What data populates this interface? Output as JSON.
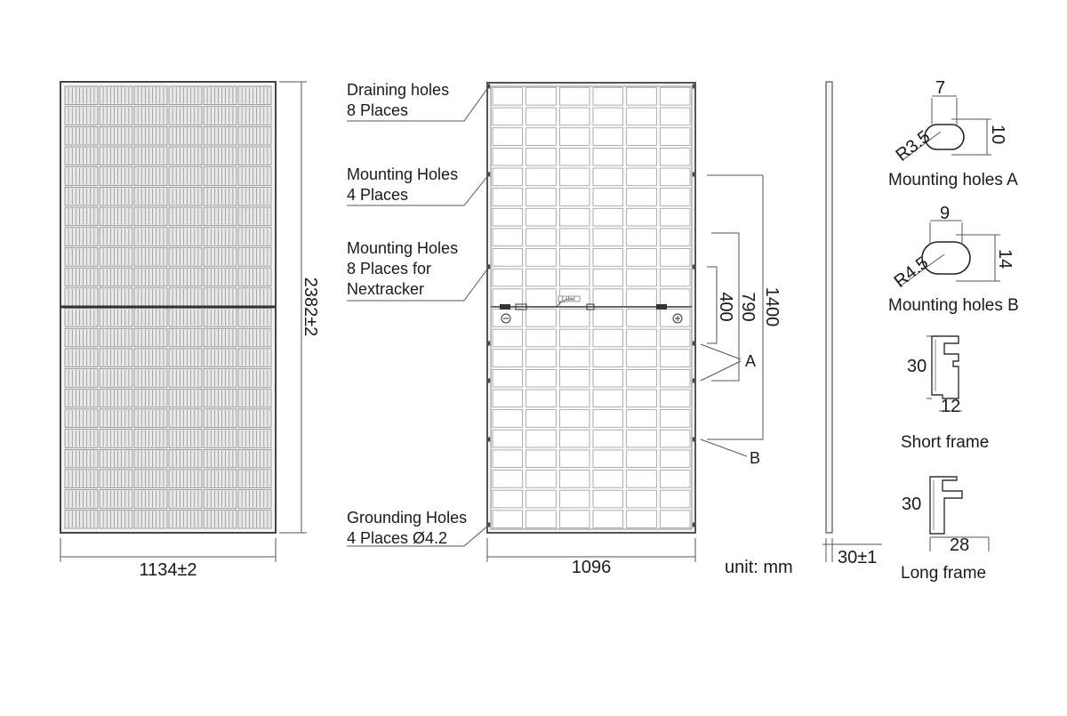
{
  "front_view": {
    "width_label": "1134±2",
    "height_label": "2382±2"
  },
  "back_view": {
    "width_label": "1096",
    "dim_1400": "1400",
    "dim_790": "790",
    "dim_400": "400",
    "label_text": "Label",
    "label_a": "A",
    "label_b": "B",
    "minus_symbol": "⊖",
    "plus_symbol": "⊕",
    "callouts": {
      "draining_line1": "Draining holes",
      "draining_line2": "8 Places",
      "mounting4_line1": "Mounting Holes",
      "mounting4_line2": "4 Places",
      "mounting8_line1": "Mounting Holes",
      "mounting8_line2": "8 Places for",
      "mounting8_line3": "Nextracker",
      "grounding_line1": "Grounding Holes",
      "grounding_line2": "4 Places Ø4.2"
    }
  },
  "unit_label": "unit: mm",
  "side_view": {
    "thickness_label": "30±1"
  },
  "details": {
    "hole_a": {
      "width": "7",
      "height": "10",
      "radius": "R3.5",
      "caption": "Mounting holes A"
    },
    "hole_b": {
      "width": "9",
      "height": "14",
      "radius": "R4.5",
      "caption": "Mounting holes B"
    },
    "short_frame": {
      "height": "30",
      "width": "12",
      "caption": "Short frame"
    },
    "long_frame": {
      "height": "30",
      "width": "28",
      "caption": "Long frame"
    }
  }
}
